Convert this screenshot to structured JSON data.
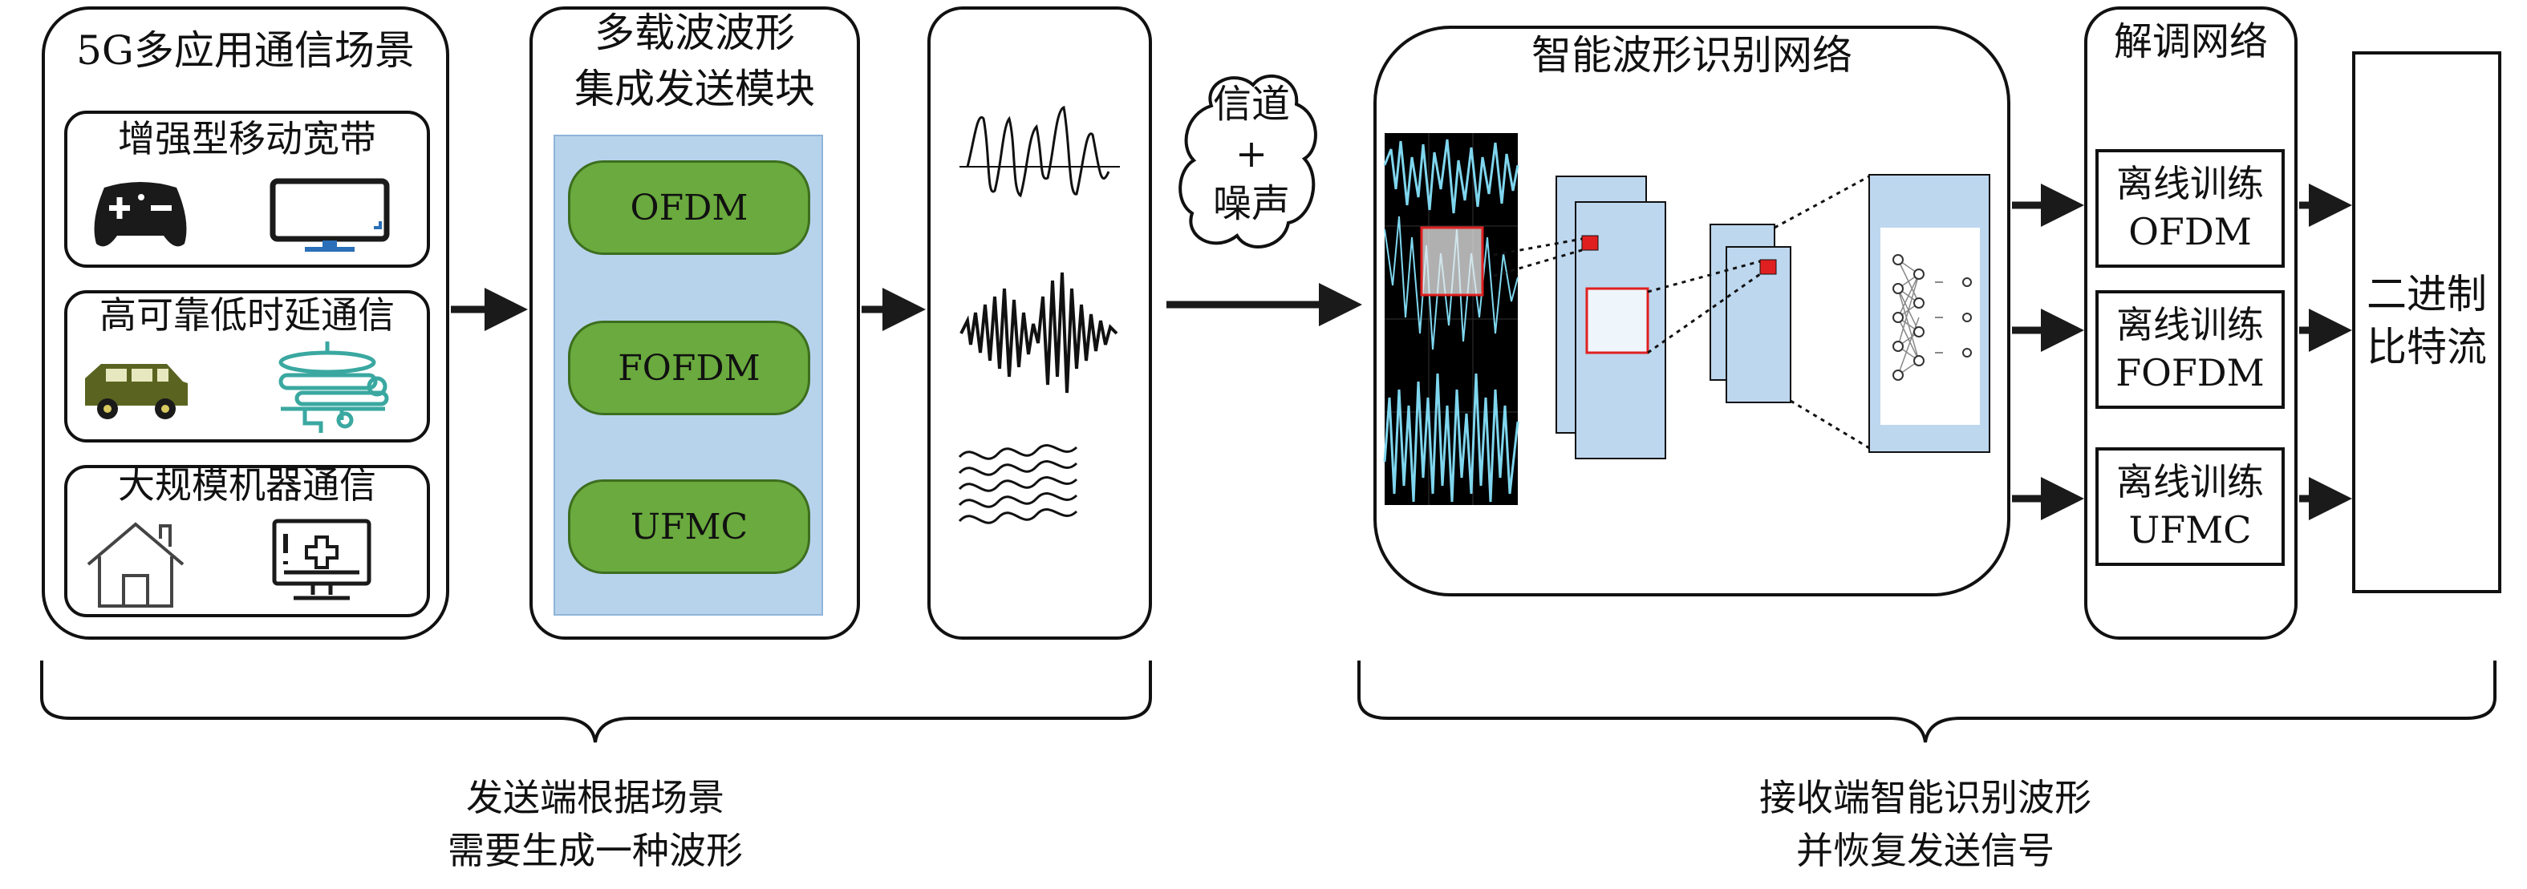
{
  "scenarios": {
    "title": "5G多应用通信场景",
    "items": [
      {
        "label": "增强型移动宽带",
        "icons": [
          "gamepad-icon",
          "monitor-icon"
        ]
      },
      {
        "label": "高可靠低时延通信",
        "icons": [
          "car-icon",
          "vehicle-network-icon"
        ]
      },
      {
        "label": "大规模机器通信",
        "icons": [
          "house-icon",
          "medical-monitor-icon"
        ]
      }
    ]
  },
  "transmitter": {
    "title_line1": "多载波波形",
    "title_line2": "集成发送模块",
    "waveforms": [
      "OFDM",
      "FOFDM",
      "UFMC"
    ],
    "colors": {
      "panel": "#b7d3ec",
      "pill": "#6aaa3e"
    }
  },
  "channel": {
    "line1": "信道",
    "line2": "+",
    "line3": "噪声"
  },
  "recognition": {
    "title": "智能波形识别网络"
  },
  "demodulation": {
    "title": "解调网络",
    "modules": [
      {
        "line1": "离线训练",
        "line2": "OFDM"
      },
      {
        "line1": "离线训练",
        "line2": "FOFDM"
      },
      {
        "line1": "离线训练",
        "line2": "UFMC"
      }
    ]
  },
  "output": {
    "line1": "二进制",
    "line2": "比特流"
  },
  "captions": {
    "left_line1": "发送端根据场景",
    "left_line2": "需要生成一种波形",
    "right_line1": "接收端智能识别波形",
    "right_line2": "并恢复发送信号"
  },
  "colors": {
    "signal": "#7fd6ee",
    "cnn_layer": "#bdd7ee",
    "highlight": "#e02020",
    "arrow": "#1a1a1a"
  }
}
